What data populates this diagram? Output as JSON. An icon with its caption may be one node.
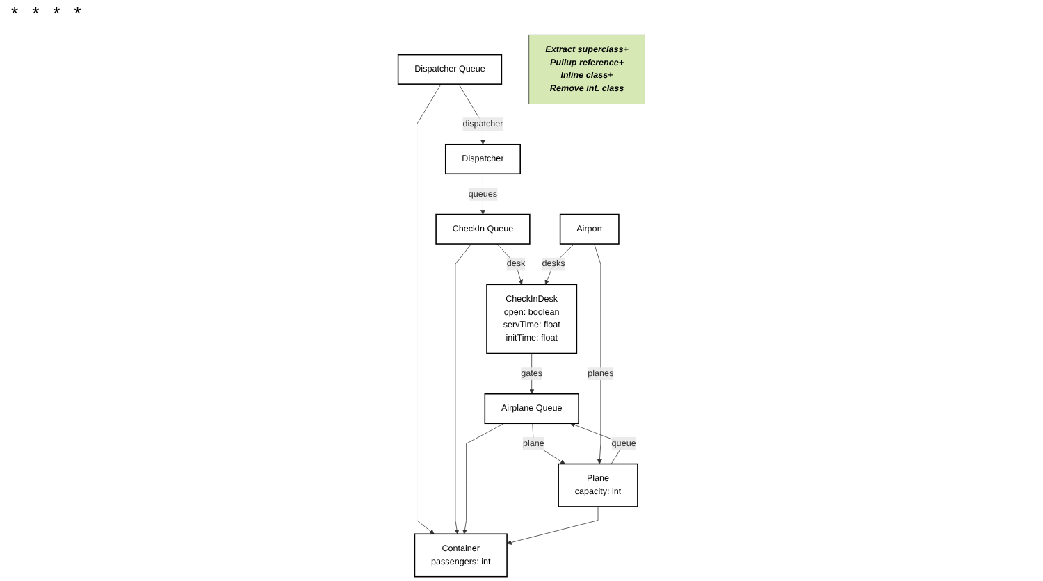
{
  "diagram": {
    "nodes": [
      {
        "text": [
          "Container",
          "passengers: int"
        ]
      },
      {
        "text": [
          "Dispatcher Queue"
        ]
      },
      {
        "text": [
          "CheckIn Queue"
        ]
      },
      {
        "text": [
          "Airplane Queue"
        ]
      },
      {
        "text": [
          "Plane",
          "capacity: int"
        ]
      },
      {
        "text": [
          "Dispatcher"
        ]
      },
      {
        "text": [
          "CheckInDesk",
          "open: boolean",
          "servTime: float",
          "initTime: float"
        ]
      },
      {
        "text": [
          "Airport"
        ]
      },
      {
        "text": [
          "Extract superclass+",
          "Pullup reference+",
          "Inline class+",
          "Remove int. class"
        ]
      }
    ],
    "edges": [
      {
        "from": 1,
        "to": 0,
        "arrow": "to"
      },
      {
        "from": 2,
        "to": 0,
        "arrow": "to"
      },
      {
        "from": 3,
        "to": 0,
        "arrow": "to"
      },
      {
        "from": 4,
        "to": 0,
        "arrow": "to"
      },
      {
        "from": 1,
        "to": 5,
        "arrow": "to",
        "label": "dispatcher"
      },
      {
        "from": 5,
        "to": 2,
        "arrow": "to",
        "label": "queues"
      },
      {
        "from": 2,
        "to": 6,
        "arrow": "to",
        "label": "desk"
      },
      {
        "from": 6,
        "to": 3,
        "arrow": "to",
        "label": "gates"
      },
      {
        "from": 4,
        "to": 3,
        "arrow": "to",
        "label": "queue"
      },
      {
        "from": 3,
        "to": 4,
        "arrow": "to",
        "label": "plane"
      },
      {
        "from": 7,
        "to": 4,
        "arrow": "to",
        "label": "planes"
      },
      {
        "from": 7,
        "to": 6,
        "arrow": "to",
        "label": "desks"
      }
    ],
    "labels": [
      "*",
      "*",
      "*",
      "*"
    ]
  }
}
